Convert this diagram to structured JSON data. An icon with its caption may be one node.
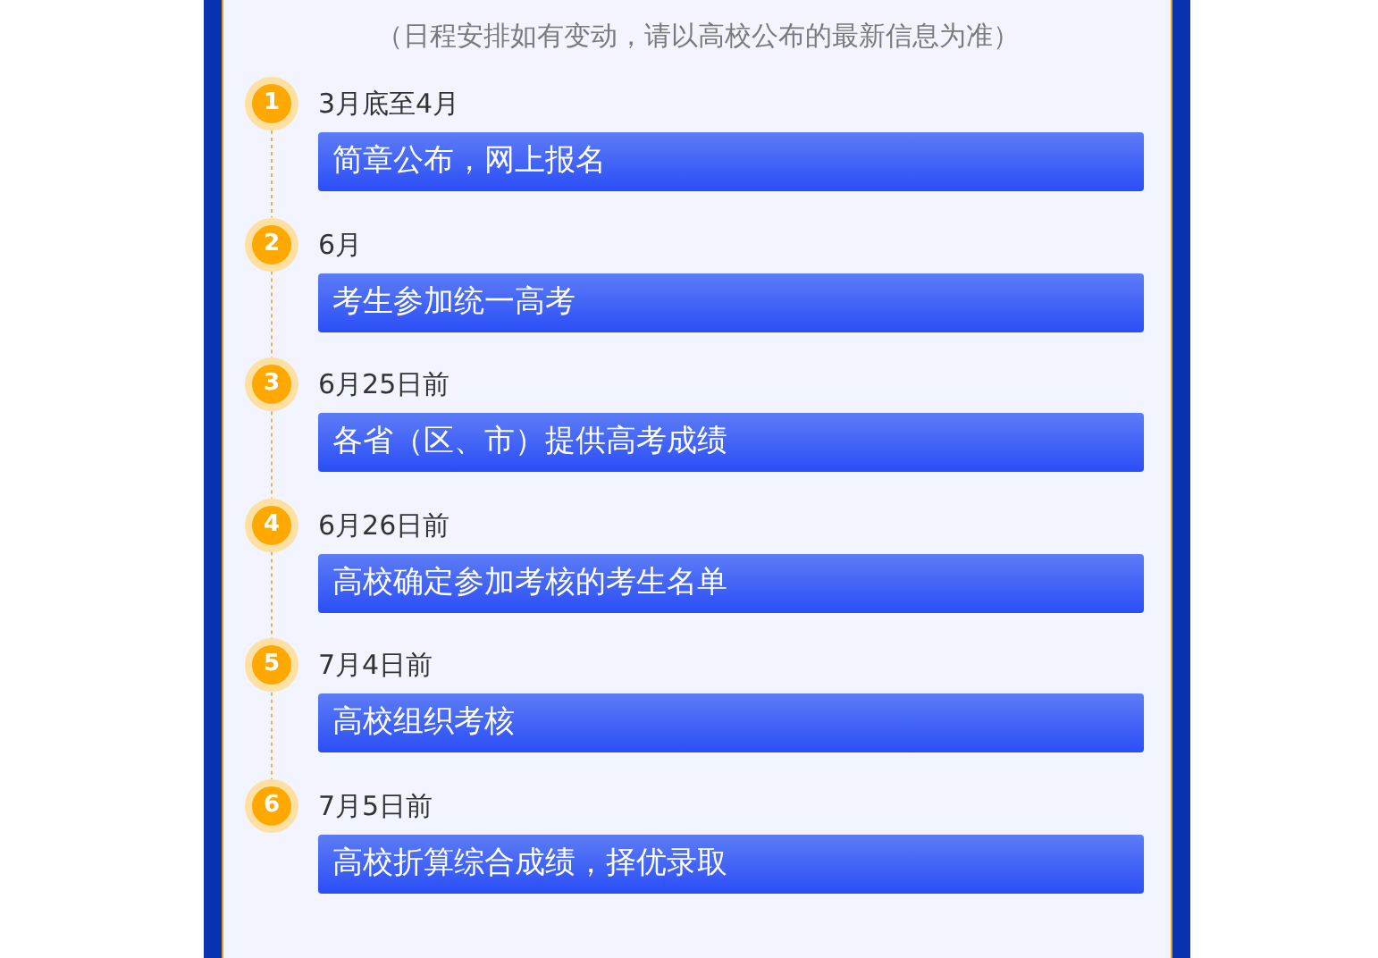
{
  "diagram": {
    "nodes": [
      {
        "text": [
          "1"
        ]
      },
      {
        "text": [
          "3月底至4月",
          "简章公布，网上报名"
        ]
      },
      {
        "text": [
          "2"
        ]
      },
      {
        "text": [
          "6月",
          "考生参加统一高考"
        ]
      },
      {
        "text": [
          "3"
        ]
      },
      {
        "text": [
          "6月25日前",
          "各省（区、市）提供高考成绩"
        ]
      },
      {
        "text": [
          "4"
        ]
      },
      {
        "text": [
          "6月26日前",
          "高校确定参加考核的考生名单"
        ]
      },
      {
        "text": [
          "5"
        ]
      },
      {
        "text": [
          "7月4日前",
          "高校组织考核"
        ]
      },
      {
        "text": [
          "6"
        ]
      },
      {
        "text": [
          "7月5日前",
          "高校折算综合成绩，择优录取"
        ]
      }
    ],
    "edges": [
      {
        "from": 0,
        "to": 2,
        "arrow": "none",
        "style": "dashed"
      },
      {
        "from": 2,
        "to": 4,
        "arrow": "none",
        "style": "dashed"
      },
      {
        "from": 4,
        "to": 6,
        "arrow": "none",
        "style": "dashed"
      },
      {
        "from": 6,
        "to": 8,
        "arrow": "none",
        "style": "dashed"
      },
      {
        "from": 8,
        "to": 10,
        "arrow": "none",
        "style": "dashed"
      }
    ],
    "labels": [
      "（日程安排如有变动，请以高校公布的最新信息为准）"
    ]
  }
}
